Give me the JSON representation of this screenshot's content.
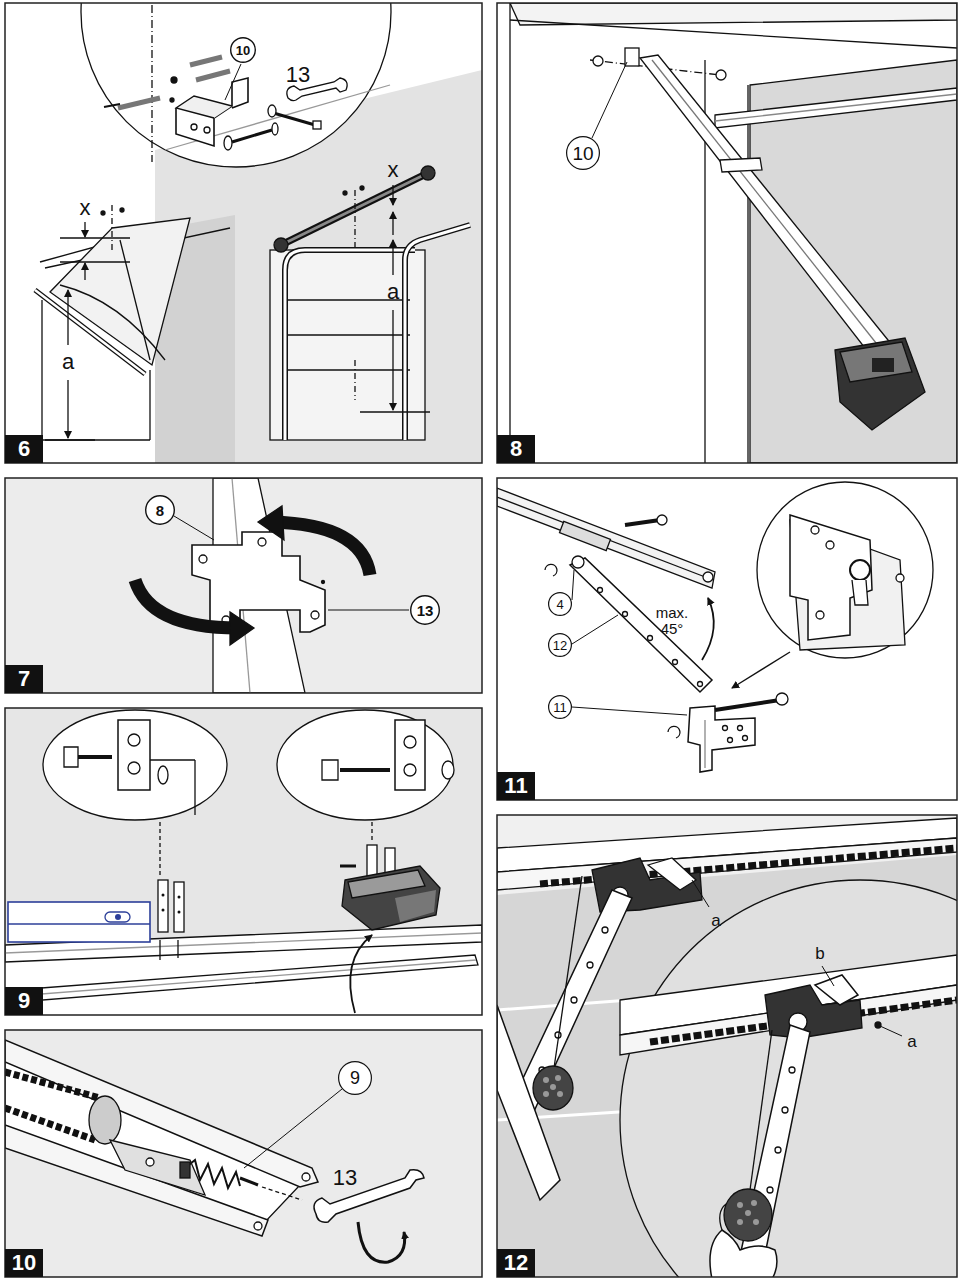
{
  "diagram": {
    "nodes": [
      {
        "text": [
          "10"
        ]
      },
      {
        "text": [
          "6"
        ]
      },
      {
        "text": [
          "10"
        ]
      },
      {
        "text": [
          "8"
        ]
      },
      {
        "text": [
          "8"
        ]
      },
      {
        "text": [
          "13"
        ]
      },
      {
        "text": [
          "7"
        ]
      },
      {
        "text": [
          "4"
        ]
      },
      {
        "text": [
          "12"
        ]
      },
      {
        "text": [
          "11"
        ]
      },
      {
        "text": [
          "11"
        ]
      },
      {
        "text": [
          "9"
        ]
      },
      {
        "text": [
          "9"
        ]
      },
      {
        "text": [
          "10"
        ]
      },
      {
        "text": [
          "12"
        ]
      }
    ],
    "labels": [
      "13",
      "x",
      "x",
      "a",
      "a",
      "max. 45°",
      "13",
      "a",
      "b",
      "a"
    ]
  }
}
